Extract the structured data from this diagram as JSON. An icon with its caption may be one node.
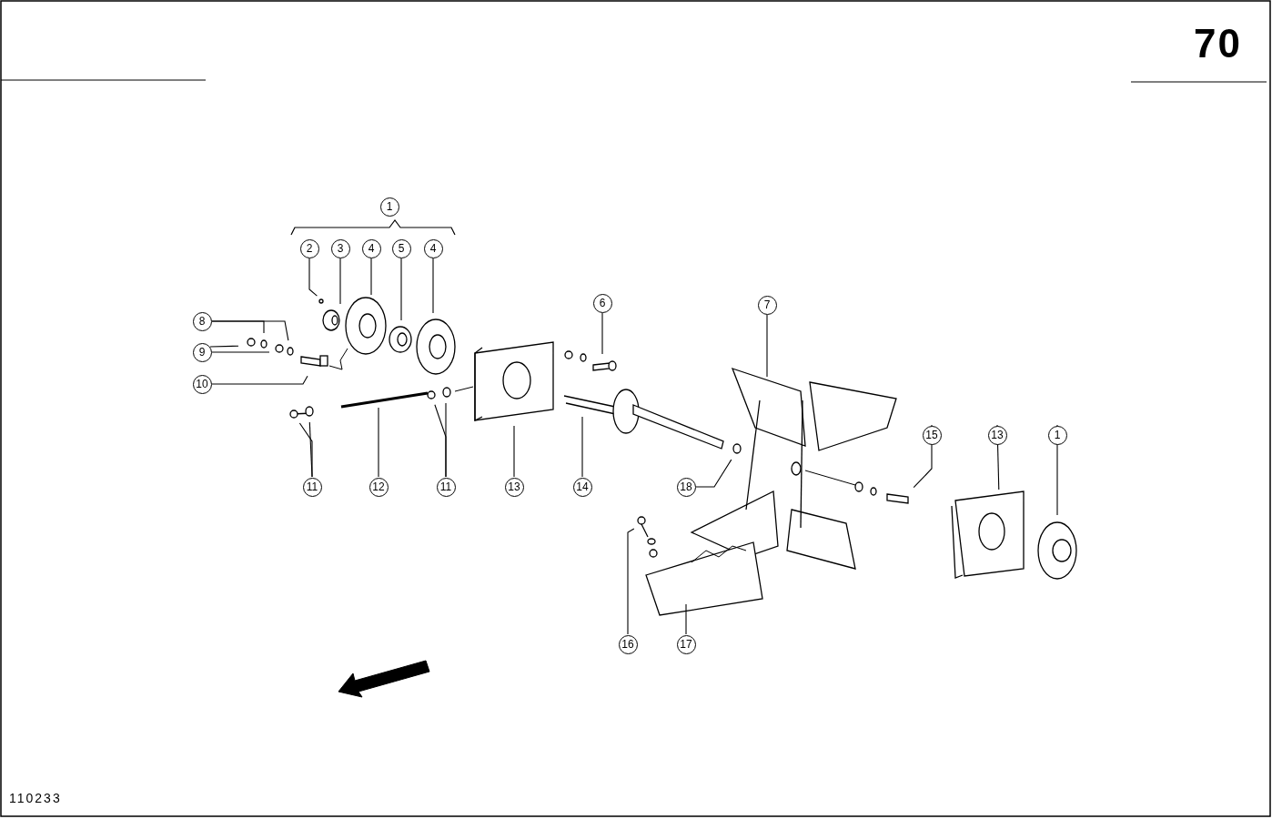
{
  "diagram": {
    "nodes": [
      {
        "text": [
          "1"
        ]
      },
      {
        "text": [
          "2"
        ]
      },
      {
        "text": [
          "3"
        ]
      },
      {
        "text": [
          "4"
        ]
      },
      {
        "text": [
          "5"
        ]
      },
      {
        "text": [
          "4"
        ]
      },
      {
        "text": [
          "6"
        ]
      },
      {
        "text": [
          "7"
        ]
      },
      {
        "text": [
          "8"
        ]
      },
      {
        "text": [
          "9"
        ]
      },
      {
        "text": [
          "10"
        ]
      },
      {
        "text": [
          "15"
        ]
      },
      {
        "text": [
          "13"
        ]
      },
      {
        "text": [
          "1"
        ]
      },
      {
        "text": [
          "11"
        ]
      },
      {
        "text": [
          "12"
        ]
      },
      {
        "text": [
          "11"
        ]
      },
      {
        "text": [
          "13"
        ]
      },
      {
        "text": [
          "14"
        ]
      },
      {
        "text": [
          "18"
        ]
      },
      {
        "text": [
          "16"
        ]
      },
      {
        "text": [
          "17"
        ]
      }
    ],
    "edges": [
      {
        "from": 1,
        "to": null,
        "arrow": "none"
      },
      {
        "from": 2,
        "to": null,
        "arrow": "none"
      },
      {
        "from": 3,
        "to": null,
        "arrow": "none"
      },
      {
        "from": 4,
        "to": null,
        "arrow": "none"
      },
      {
        "from": 5,
        "to": null,
        "arrow": "none"
      },
      {
        "from": 6,
        "to": null,
        "arrow": "none"
      },
      {
        "from": 7,
        "to": null,
        "arrow": "none"
      },
      {
        "from": 8,
        "to": null,
        "arrow": "none"
      },
      {
        "from": 8,
        "to": null,
        "arrow": "none"
      },
      {
        "from": 9,
        "to": null,
        "arrow": "none"
      },
      {
        "from": 9,
        "to": null,
        "arrow": "none"
      },
      {
        "from": 10,
        "to": null,
        "arrow": "none"
      },
      {
        "from": 11,
        "to": null,
        "arrow": "none"
      },
      {
        "from": 12,
        "to": null,
        "arrow": "none"
      },
      {
        "from": 13,
        "to": null,
        "arrow": "none"
      },
      {
        "from": 14,
        "to": null,
        "arrow": "none"
      },
      {
        "from": 14,
        "to": null,
        "arrow": "none"
      },
      {
        "from": 15,
        "to": null,
        "arrow": "none"
      },
      {
        "from": 16,
        "to": null,
        "arrow": "none"
      },
      {
        "from": 16,
        "to": null,
        "arrow": "none"
      },
      {
        "from": 17,
        "to": null,
        "arrow": "none"
      },
      {
        "from": 18,
        "to": null,
        "arrow": "none"
      },
      {
        "from": 19,
        "to": null,
        "arrow": "none"
      },
      {
        "from": 20,
        "to": null,
        "arrow": "none"
      },
      {
        "from": 21,
        "to": null,
        "arrow": "none"
      }
    ],
    "labels": [
      "70",
      "110233"
    ]
  }
}
